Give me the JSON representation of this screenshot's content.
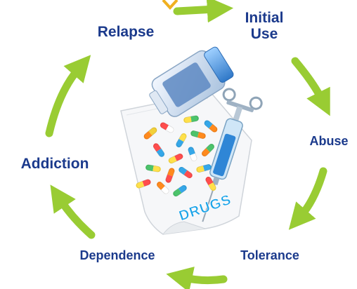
{
  "cycle": {
    "stages": [
      {
        "label_line1": "Initial",
        "label_line2": "Use"
      },
      {
        "label": "Abuse"
      },
      {
        "label": "Tolerance"
      },
      {
        "label": "Dependence"
      },
      {
        "label": "Addiction"
      },
      {
        "label": "Relapse"
      }
    ]
  },
  "illustration": {
    "paper_text": "DRUGS"
  },
  "colors": {
    "arrow": "#99cc33",
    "label": "#1b3a8c",
    "paper_text": "#1aa3e8"
  }
}
